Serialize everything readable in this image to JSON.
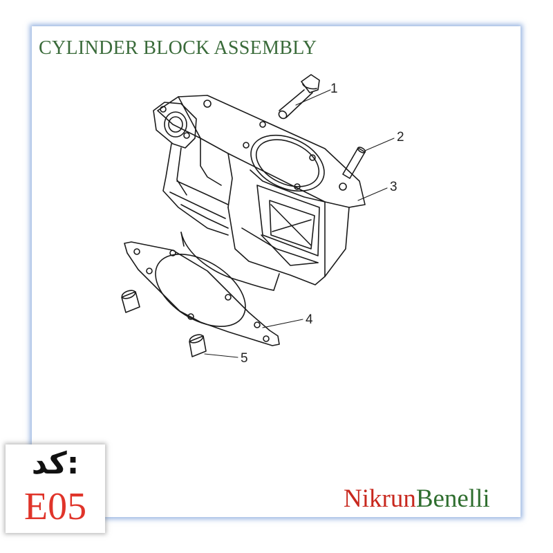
{
  "title": "CYLINDER BLOCK ASSEMBLY",
  "callouts": [
    "1",
    "2",
    "3",
    "4",
    "5"
  ],
  "code": {
    "label": "کد:",
    "value": "E05"
  },
  "brand": {
    "part1": "Nikrun",
    "part2": "Benelli"
  },
  "colors": {
    "title": "#3a6b3a",
    "code_value": "#e0342a",
    "brand_red": "#c8281e",
    "brand_green": "#2f6e2f",
    "frame_glow": "#4678c8"
  }
}
